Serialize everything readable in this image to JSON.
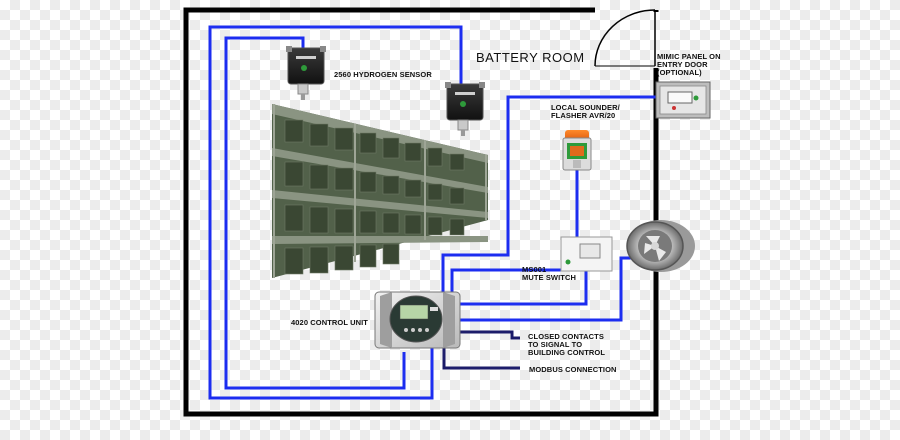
{
  "room": {
    "title": "BATTERY ROOM"
  },
  "labels": {
    "hydrogen_sensor": "2560 HYDROGEN  SENSOR",
    "mimic_panel": [
      "MIMIC PANEL ON",
      "ENTRY DOOR",
      "(OPTIONAL)"
    ],
    "local_sounder": [
      "LOCAL SOUNDER/",
      "FLASHER AVR/20"
    ],
    "mute_switch": [
      "MS001",
      "MUTE SWITCH"
    ],
    "control_unit": "4020 CONTROL UNIT",
    "closed_contacts": [
      "CLOSED CONTACTS",
      "TO SIGNAL TO",
      "BUILDING CONTROL"
    ],
    "modbus": "MODBUS CONNECTION"
  },
  "colors": {
    "wall": "#000000",
    "wire": "#1c2df0",
    "wire_dark": "#1c1c6a",
    "battery": "#4a5a42"
  }
}
